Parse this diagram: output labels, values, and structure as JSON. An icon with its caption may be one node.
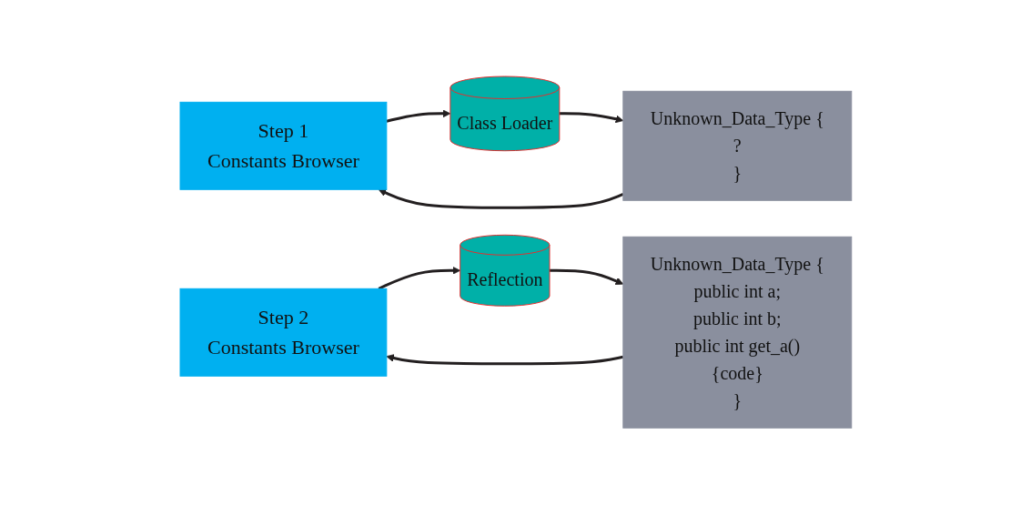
{
  "diagram": {
    "nodes": [
      {
        "text": [
          "Step 1",
          "Constants Browser"
        ]
      },
      {
        "text": [
          "Class Loader"
        ]
      },
      {
        "text": [
          "Unknown_Data_Type {",
          "?",
          "}"
        ]
      },
      {
        "text": [
          "Step 2",
          "Constants Browser"
        ]
      },
      {
        "text": [
          "Reflection"
        ]
      },
      {
        "text": [
          "Unknown_Data_Type {",
          "public int a;",
          "public int b;",
          "public int get_a()",
          "{code}",
          "}"
        ]
      }
    ],
    "edges": [
      {
        "from": 0,
        "to": 1,
        "arrow": "to"
      },
      {
        "from": 1,
        "to": 2,
        "arrow": "to"
      },
      {
        "from": 2,
        "to": 0,
        "arrow": "to"
      },
      {
        "from": 3,
        "to": 4,
        "arrow": "to"
      },
      {
        "from": 4,
        "to": 5,
        "arrow": "to"
      },
      {
        "from": 5,
        "to": 3,
        "arrow": "to"
      }
    ]
  }
}
